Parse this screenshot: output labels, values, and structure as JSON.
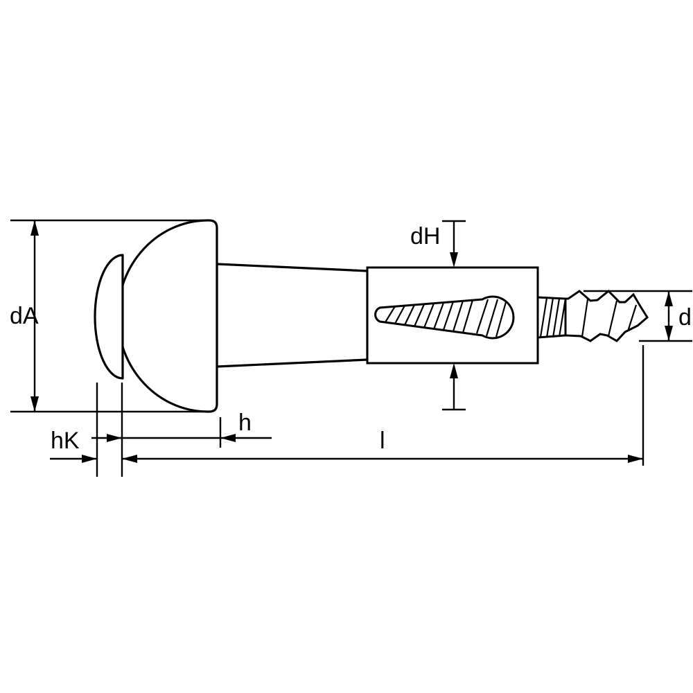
{
  "diagram": {
    "kind": "technical-drawing",
    "subject": "furniture knob screw side view with dimension callouts",
    "dimension_labels": {
      "knob_diameter": "dA",
      "sleeve_diameter": "dH",
      "screw_diameter": "d",
      "cap_thickness": "hK",
      "head_height": "h",
      "total_length": "l"
    },
    "colors": {
      "line": "#000000",
      "background": "#ffffff"
    }
  }
}
